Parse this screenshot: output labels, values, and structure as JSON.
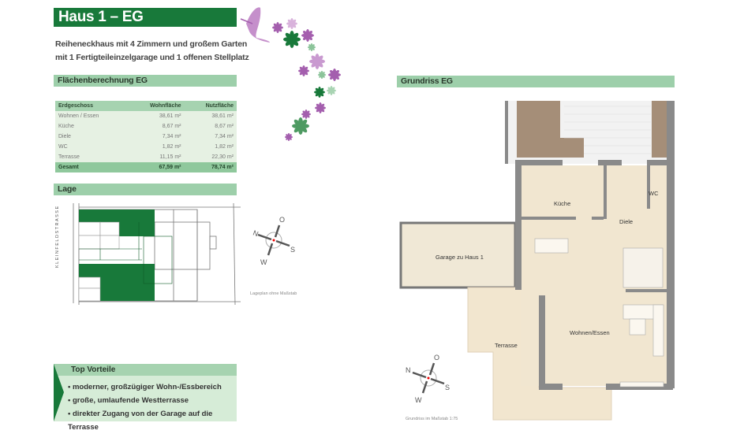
{
  "header": {
    "title": "Haus 1  – EG",
    "subtitle_1": "Reiheneckhaus mit 4 Zimmern und großem Garten",
    "subtitle_2": "mit 1 Fertigteileinzelgarage und 1 offenen Stellplatz"
  },
  "flaechen": {
    "heading": "Flächenberechnung EG",
    "columns": [
      "Erdgeschoss",
      "Wohnfläche",
      "Nutzfläche"
    ],
    "rows": [
      [
        "Wohnen / Essen",
        "38,61 m²",
        "38,61 m²"
      ],
      [
        "Küche",
        "8,67 m²",
        "8,67 m²"
      ],
      [
        "Diele",
        "7,34 m²",
        "7,34 m²"
      ],
      [
        "WC",
        "1,82 m²",
        "1,82 m²"
      ],
      [
        "Terrasse",
        "11,15 m²",
        "22,30 m²"
      ]
    ],
    "total": [
      "Gesamt",
      "67,59 m²",
      "78,74 m²"
    ]
  },
  "lage": {
    "heading": "Lage",
    "street": "KLEINFELDSTRASSE",
    "caption": "Lageplan ohne Maßstab"
  },
  "compass": {
    "n": "N",
    "o": "O",
    "s": "S",
    "w": "W"
  },
  "vorteile": {
    "heading": "Top Vorteile",
    "items": [
      "moderner, großzügiger Wohn-/Essbereich",
      "große, umlaufende Westterrasse",
      "direkter Zugang von der Garage auf die Terrasse"
    ]
  },
  "grundriss": {
    "heading": "Grundriss EG",
    "rooms": {
      "kueche": "Küche",
      "wc": "WC",
      "diele": "Diele",
      "garage": "Garage zu Haus 1",
      "wohnen": "Wohnen/Essen",
      "terrasse": "Terrasse"
    },
    "caption": "Grundriss im Maßstab 1:75"
  },
  "colors": {
    "brand_green": "#18793a",
    "bar_green": "#9dcfaa",
    "purple": "#a45fae"
  }
}
